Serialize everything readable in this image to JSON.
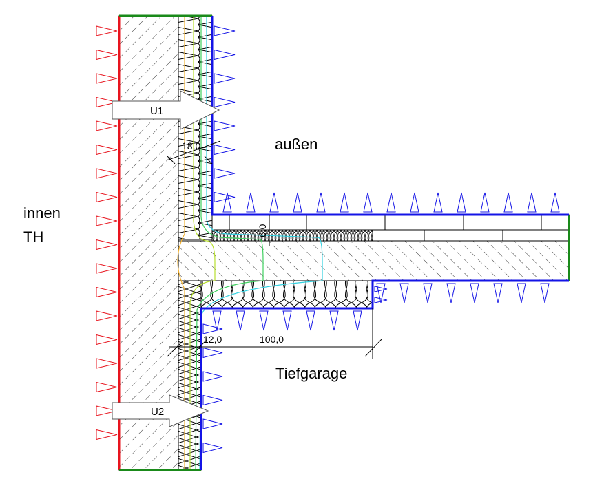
{
  "labels": {
    "inside_line1": "innen",
    "inside_line2": "TH",
    "outside": "außen",
    "garage": "Tiefgarage"
  },
  "u_values": [
    {
      "label": "U1"
    },
    {
      "label": "U2"
    }
  ],
  "dimensions": {
    "upper_insulation": "18,0",
    "roof_layer": "6,0",
    "lower_insulation": "12,0",
    "ceiling_insulation_length": "100,0"
  },
  "colors": {
    "interior_boundary": "#e8141e",
    "exterior_boundary": "#1414e6",
    "adiabatic_boundary": "#1a8a1a",
    "isotherm_orange": "#f0b030",
    "isotherm_yellowgreen": "#b8e030",
    "isotherm_green": "#40d060",
    "isotherm_cyan": "#30d0e0"
  }
}
